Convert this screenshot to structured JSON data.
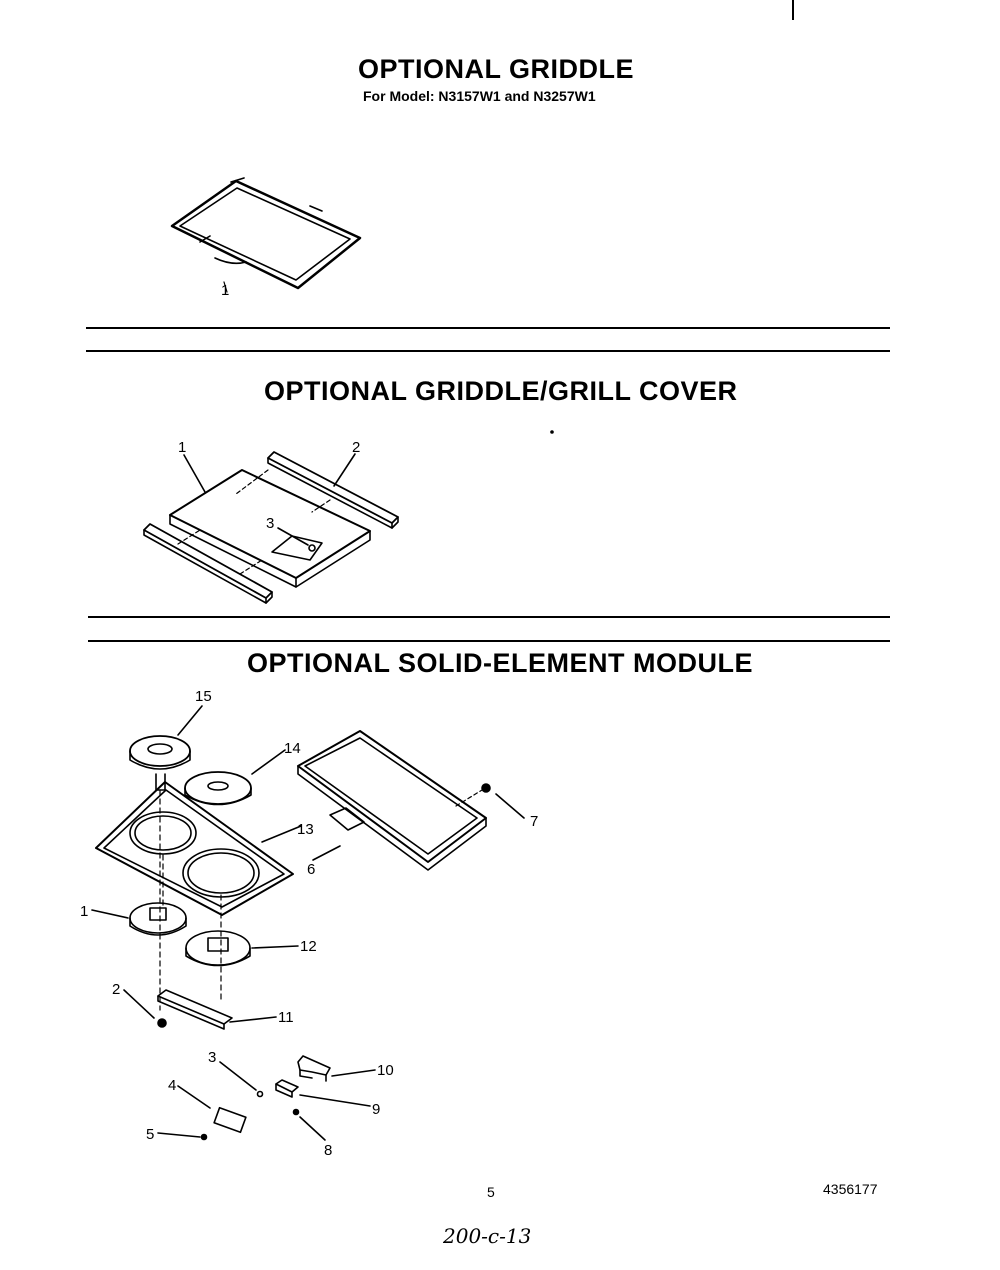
{
  "section_griddle": {
    "title": "OPTIONAL GRIDDLE",
    "subtitle": "For Model: N3157W1 and N3257W1",
    "callouts": [
      "1"
    ]
  },
  "section_cover": {
    "title": "OPTIONAL GRIDDLE/GRILL COVER",
    "callouts": [
      "1",
      "2",
      "3"
    ]
  },
  "section_module": {
    "title": "OPTIONAL SOLID-ELEMENT MODULE",
    "callouts": [
      "15",
      "14",
      "13",
      "7",
      "6",
      "1",
      "12",
      "2",
      "11",
      "3",
      "10",
      "4",
      "9",
      "5",
      "8"
    ]
  },
  "footer": {
    "page_number": "5",
    "part_number": "4356177",
    "handwritten": "200-c-13"
  }
}
